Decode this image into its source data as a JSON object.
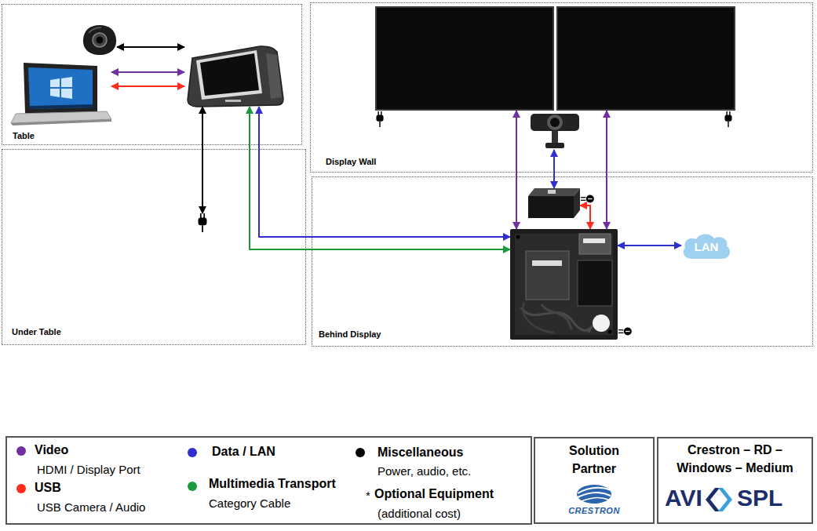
{
  "diagram": {
    "nodes": [
      {
        "text": [
          "Table"
        ]
      },
      {
        "text": [],
        "in": 0
      },
      {
        "text": [],
        "in": 0
      },
      {
        "text": [],
        "in": 0
      },
      {
        "text": [
          "Display Wall"
        ]
      },
      {
        "text": [],
        "in": 4
      },
      {
        "text": [],
        "in": 4
      },
      {
        "text": [],
        "in": 4
      },
      {
        "text": [
          "Under Table"
        ]
      },
      {
        "text": [],
        "in": 8
      },
      {
        "text": [
          "Behind Display"
        ]
      },
      {
        "text": [],
        "in": 10
      },
      {
        "text": [],
        "in": 10
      },
      {
        "text": [
          "LAN"
        ],
        "in": 10
      },
      {
        "text": [
          "Solution Partner",
          "CRESTRON"
        ]
      },
      {
        "text": [
          "Crestron – RD – Windows – Medium",
          "AVI",
          "SPL"
        ]
      }
    ],
    "edges": [
      {
        "from": 1,
        "to": 3,
        "arrow": "both"
      },
      {
        "from": 2,
        "to": 3,
        "arrow": "both"
      },
      {
        "from": 2,
        "to": 3,
        "arrow": "both"
      },
      {
        "from": 3,
        "to": 9,
        "arrow": "both"
      },
      {
        "from": 3,
        "to": 12,
        "arrow": "both"
      },
      {
        "from": 3,
        "to": 12,
        "arrow": "both"
      },
      {
        "from": 5,
        "to": 12,
        "arrow": "both"
      },
      {
        "from": 6,
        "to": 12,
        "arrow": "both"
      },
      {
        "from": 7,
        "to": 11,
        "arrow": "both"
      },
      {
        "from": 11,
        "to": 12,
        "arrow": "both"
      },
      {
        "from": 12,
        "to": 13,
        "arrow": "both"
      }
    ],
    "labels": [
      "HDMI / Display Port",
      "USB Camera / Audio",
      "Category Cable",
      "Power, audio, etc.",
      "*",
      "(additional cost)"
    ],
    "legend": [
      {
        "text": "Video",
        "color": "#7030a0"
      },
      {
        "text": "USB",
        "color": "#ff2b1c"
      },
      {
        "text": "Data / LAN",
        "color": "#2f2fd0"
      },
      {
        "text": "Multimedia Transport",
        "color": "#1a9a3c"
      },
      {
        "text": "Miscellaneous",
        "color": "#000000"
      },
      {
        "text": "Optional Equipment"
      }
    ]
  }
}
